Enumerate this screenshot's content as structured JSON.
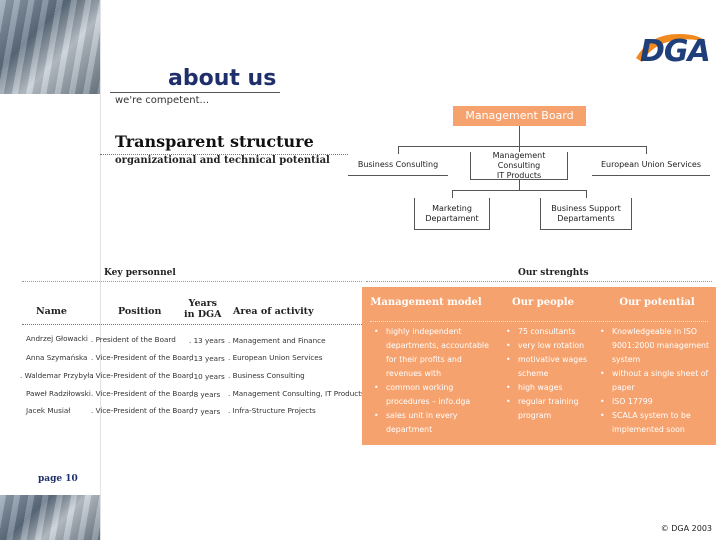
{
  "header": {
    "title": "about us",
    "tagline": "we're competent...",
    "section_title": "Transparent structure",
    "section_subtitle": "organizational and technical potential"
  },
  "logo": {
    "text": "DGA"
  },
  "org_chart": {
    "top": "Management Board",
    "level2": [
      "Business Consulting",
      "Management Consulting\nIT Products",
      "European Union Services"
    ],
    "level3": [
      "Marketing\nDepartament",
      "Business Support\nDepartaments"
    ]
  },
  "key_personnel": {
    "title": "Key personnel",
    "headers": {
      "name": "Name",
      "position": "Position",
      "years": "Years\nin DGA",
      "area": "Area of activity"
    },
    "rows": [
      {
        "name": "Andrzej Głowacki",
        "position": ". President of the Board",
        "years": ". 13 years",
        "area": ". Management and Finance"
      },
      {
        "name": "Anna Szymańska",
        "position": ". Vice-President of the Board",
        "years": ". 13 years",
        "area": ". European Union Services"
      },
      {
        "name": ". Waldemar Przybyła",
        "position": ". Vice-President of the Board",
        "years": ". 10 years",
        "area": ". Business Consulting"
      },
      {
        "name": "Paweł Radziłowski",
        "position": ". Vice-President of the Board",
        "years": ". 8 years",
        "area": ". Management Consulting, IT Products"
      },
      {
        "name": "Jacek Musiał",
        "position": ". Vice-President of the Board",
        "years": ". 7 years",
        "area": ". Infra-Structure Projects"
      }
    ]
  },
  "strengths": {
    "title": "Our strenghts",
    "columns": [
      {
        "heading": "Management model",
        "lines": [
          {
            "bullet": "•",
            "text": "highly independent"
          },
          {
            "bullet": "",
            "text": "departments, accountable"
          },
          {
            "bullet": "",
            "text": "for their profits and"
          },
          {
            "bullet": "",
            "text": "revenues with"
          },
          {
            "bullet": "•",
            "text": "common working"
          },
          {
            "bullet": "",
            "text": "procedures – info.dga"
          },
          {
            "bullet": "•",
            "text": "sales unit in every"
          },
          {
            "bullet": "",
            "text": "department"
          }
        ]
      },
      {
        "heading": "Our people",
        "lines": [
          {
            "bullet": "•",
            "text": "75 consultants"
          },
          {
            "bullet": "•",
            "text": "very low rotation"
          },
          {
            "bullet": "•",
            "text": "motivative wages"
          },
          {
            "bullet": "",
            "text": "scheme"
          },
          {
            "bullet": "•",
            "text": "high wages"
          },
          {
            "bullet": "•",
            "text": "regular training"
          },
          {
            "bullet": "",
            "text": "program"
          }
        ]
      },
      {
        "heading": "Our potential",
        "lines": [
          {
            "bullet": "•",
            "text": "Knowledgeable in ISO"
          },
          {
            "bullet": "",
            "text": "9001:2000 management"
          },
          {
            "bullet": "",
            "text": "system"
          },
          {
            "bullet": "•",
            "text": "without a single sheet of"
          },
          {
            "bullet": "",
            "text": "paper"
          },
          {
            "bullet": "•",
            "text": "ISO 17799"
          },
          {
            "bullet": "•",
            "text": "SCALA system to be"
          },
          {
            "bullet": "",
            "text": "implemented soon"
          }
        ]
      }
    ]
  },
  "footer": {
    "page": "page 10",
    "copyright": "© DGA 2003"
  },
  "colors": {
    "accent_orange": "#f5a26e",
    "title_navy": "#1f2f6b",
    "logo_blue": "#1f3f7a",
    "logo_orange": "#f08a1e"
  }
}
